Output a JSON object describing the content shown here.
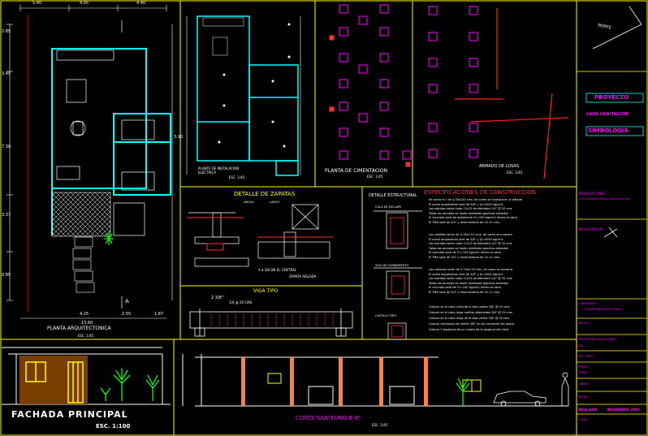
{
  "titles": {
    "planta_arq": "PLANTA ARQUITECTONICA",
    "planta_arq_esc": "ESC. 1/45",
    "planta_elec": "PLANTA DE INSTALACION ELECTRICA",
    "planta_elec_esc": "ESC. 1/45",
    "planta_cim": "PLANTA DE CIMENTACION",
    "planta_cim_esc": "ESC. 1/45",
    "armado_losas": "ARMADO DE LOSAS",
    "armado_losas_esc": "ESC. 1/45",
    "detalle_zapatas": "DETALLE DE ZAPATAS",
    "detalle_estructural": "DETALLE ESTRUCTURAL",
    "viga_tipo": "VIGA TIPO",
    "especificaciones": "ESPECIFICACIONES DE CONSTRUCCION",
    "fachada": "FACHADA PRINCIPAL",
    "fachada_esc": "ESC. 1:100",
    "corte": "CORTE SANITARIO B-B'",
    "corte_esc": "ESC. 1/45"
  },
  "dims": {
    "top": [
      "5.40",
      "4.05",
      "4.40"
    ],
    "bottom_total": "13.60",
    "bottom_parts": [
      "4.25",
      "2.55",
      "1.87"
    ],
    "left": [
      "2.85",
      "3.45",
      "7.30",
      "3.37",
      "0.85"
    ],
    "right": [
      "3.10"
    ],
    "axis_a": "A"
  },
  "zapata": {
    "note1": "4 ø 3/8 ON EL CENTRAL",
    "note2": "ZAPATA AISLADA",
    "cols": [
      "ANCHO",
      "LARGO"
    ]
  },
  "viga": {
    "bar_top": "2 3/8\"",
    "stirrup": "1/4 @ 20 CMS"
  },
  "estructural": {
    "label1": "COLA DE ESCLAPE",
    "label2": "VIGA DE CERRAMIENTO",
    "label3": "CASTILLO TIPO"
  },
  "specs": [
    "Se acero fc= de 4.30x120 cms. tal como se muestra en el detalle",
    "El acero longitudinal será de 3/8\" y fy=4200 kg/cm2",
    "Los estribos serán cada 11x12 de diámetro 1/4\" @ 20 cms",
    "Todos los anclajes se harán mediante ganchos estándar",
    "El concreto será de resistencia f'c=150 kg/cm2 hecho en obra",
    "El TMA será de 3/4\" y revenimiento de 10-12 cms.",
    "Los castillos serán de 0.15x0.15 cms. tal como se muestra",
    "El acero longitudinal será de 3/8\" y fy=4200 kg/cm2",
    "Los estribos serán cada 11x12 de diámetro 1/4\" @ 20 cms",
    "Todos los anclajes se harán mediante ganchos estándar",
    "El concreto será de f'c=150 kg/cm2 hecho en obra",
    "El TMA será de 3/4\" y revenimiento de 10-12 cms.",
    "Las cadenas serán de 0.15x0.20 cms. tal como se muestra",
    "El acero longitudinal será de 3/8\" y fy=4200 kg/cm2",
    "Los estribos serán cada 11x12 de diámetro 1/4\" @ 20 cms",
    "Todos los anclajes se harán mediante ganchos estándar",
    "El concreto será de f'c=150 kg/cm2 hecho en obra",
    "El TMA será de 3/4\" y revenimiento de 10-12 cms.",
    "Colocar en el claro corto de la losa varilla 3/8\" @ 25 cms.",
    "Colocar en el claro largo varillas alternadas 3/8\" @ 25 cms.",
    "Colocar en el claro largo de la losa varilla 3/8\" @ 30 cms.",
    "Colocar columpios de varilla 3/8\" en las cercanías del apoyo",
    "Colocar 2 bastones de un cuarto de la longitud del claro"
  ],
  "sidebar": {
    "norte": "NORTE",
    "proyecto": "PROYECTO",
    "casa": "CASA HABITACION",
    "simbologia": "SIMBOLOGIA",
    "observaciones": "OBSERVACIONES",
    "obs_text": "COTAS EN CENTIMETROS  NIVELES EN MTS",
    "localizacion": "LOCALIZACION:",
    "contenido": "CONTENIDO",
    "contenido_val": "PLANTA ARQUITECTONICA",
    "escala": "ESCALA",
    "propietario": "PROPIETARIO DE LA OBRA",
    "propietario_val": "ING.",
    "field_a": "ING. PERI 1",
    "field_b": "PERITO",
    "field_c": "FIRMA",
    "field_d": "DIBUJO",
    "field_e": "FECHA",
    "fecha_label": "INCALADO",
    "fecha_val": "NOVIEMBRE 2003",
    "clave": "CLAVE"
  },
  "colors": {
    "background": "#000000",
    "frame": "#ffff00",
    "walls": "#00ffff",
    "text_magenta": "#ff00ff",
    "axis": "#ff0000"
  }
}
